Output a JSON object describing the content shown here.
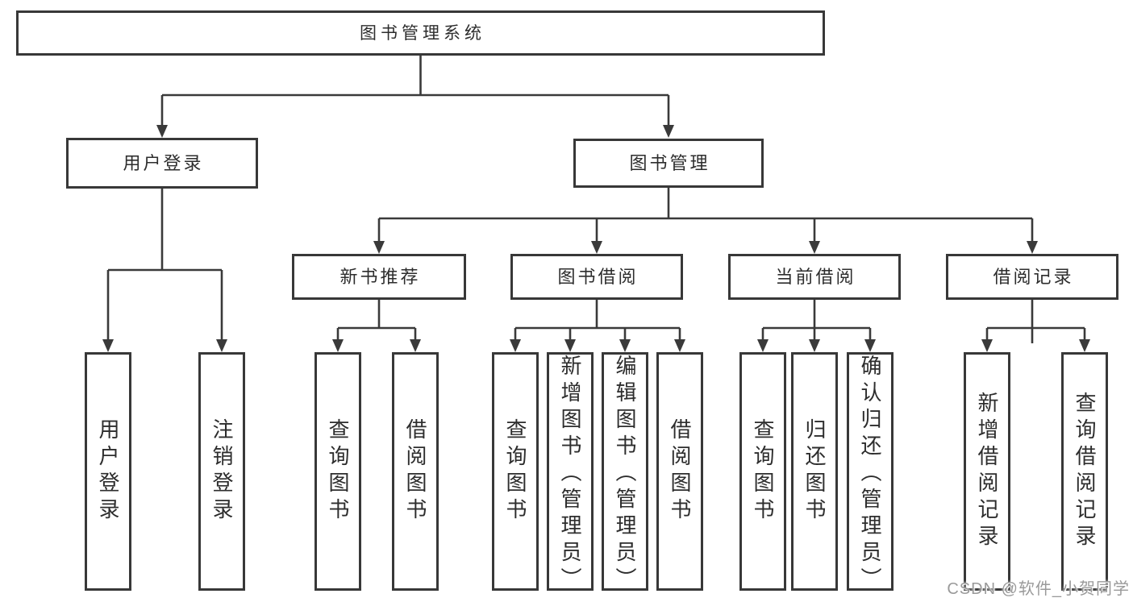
{
  "tree": {
    "label": "图书管理系统",
    "children": [
      {
        "label": "用户登录",
        "children": [
          {
            "label": "用户登录"
          },
          {
            "label": "注销登录"
          }
        ]
      },
      {
        "label": "图书管理",
        "children": [
          {
            "label": "新书推荐",
            "children": [
              {
                "label": "查询图书"
              },
              {
                "label": "借阅图书"
              }
            ]
          },
          {
            "label": "图书借阅",
            "children": [
              {
                "label": "查询图书"
              },
              {
                "label": "新增图书（管理员）"
              },
              {
                "label": "编辑图书（管理员）"
              },
              {
                "label": "借阅图书"
              }
            ]
          },
          {
            "label": "当前借阅",
            "children": [
              {
                "label": "查询图书"
              },
              {
                "label": "归还图书"
              },
              {
                "label": "确认归还（管理员）"
              }
            ]
          },
          {
            "label": "借阅记录",
            "children": [
              {
                "label": "新增借阅记录"
              },
              {
                "label": "查询借阅记录"
              }
            ]
          }
        ]
      }
    ]
  },
  "watermark": {
    "text": "CSDN @软件_小贺同学"
  },
  "colors": {
    "line": "#3a3a3a",
    "border": "#383838",
    "text": "#2d2d2d",
    "watermark": "#9a9a9a",
    "background": "#ffffff"
  }
}
